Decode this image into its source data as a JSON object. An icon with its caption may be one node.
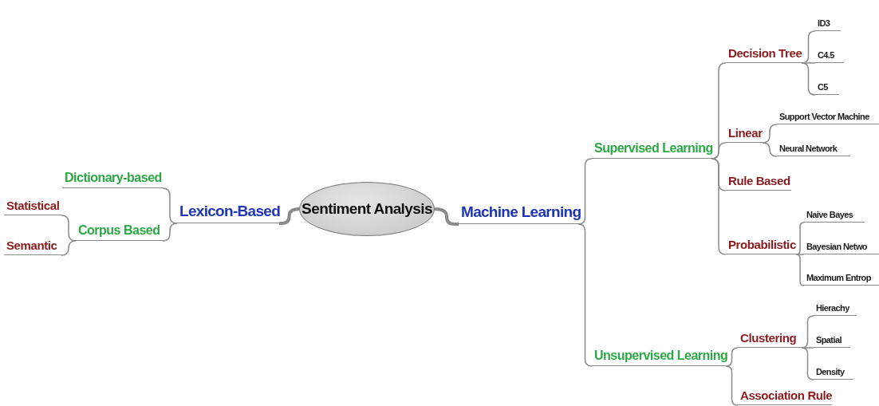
{
  "diagram": {
    "nodes": [
      {
        "text": [
          "Sentiment Analysis"
        ]
      },
      {
        "text": [
          "Lexicon-Based"
        ]
      },
      {
        "text": [
          "Dictionary-based"
        ]
      },
      {
        "text": [
          "Corpus Based"
        ]
      },
      {
        "text": [
          "Statistical"
        ]
      },
      {
        "text": [
          "Semantic"
        ]
      },
      {
        "text": [
          "Machine Learning"
        ]
      },
      {
        "text": [
          "Supervised Learning"
        ]
      },
      {
        "text": [
          "Decision Tree"
        ]
      },
      {
        "text": [
          "ID3"
        ]
      },
      {
        "text": [
          "C4.5"
        ]
      },
      {
        "text": [
          "C5"
        ]
      },
      {
        "text": [
          "Support Vector Machine"
        ]
      },
      {
        "text": [
          "Neural Network"
        ]
      },
      {
        "text": [
          "Linear"
        ]
      },
      {
        "text": [
          "Rule Based"
        ]
      },
      {
        "text": [
          "Probabilistic"
        ]
      },
      {
        "text": [
          "Naive Bayes"
        ]
      },
      {
        "text": [
          "Bayesian Netwo"
        ]
      },
      {
        "text": [
          "Maximum Entrop"
        ]
      },
      {
        "text": [
          "Unsupervised Learning"
        ]
      },
      {
        "text": [
          "Clustering"
        ]
      },
      {
        "text": [
          "Hierachy"
        ]
      },
      {
        "text": [
          "Spatial"
        ]
      },
      {
        "text": [
          "Density"
        ]
      },
      {
        "text": [
          "Association Rule"
        ]
      }
    ],
    "edges": [
      {
        "from": 0,
        "to": 1,
        "arrow": "none",
        "style": "thick"
      },
      {
        "from": 1,
        "to": 2,
        "arrow": "none"
      },
      {
        "from": 1,
        "to": 3,
        "arrow": "none"
      },
      {
        "from": 3,
        "to": 4,
        "arrow": "none"
      },
      {
        "from": 3,
        "to": 5,
        "arrow": "none"
      },
      {
        "from": 0,
        "to": 6,
        "arrow": "none",
        "style": "thick"
      },
      {
        "from": 6,
        "to": 7,
        "arrow": "none"
      },
      {
        "from": 7,
        "to": 8,
        "arrow": "none"
      },
      {
        "from": 8,
        "to": 9,
        "arrow": "none"
      },
      {
        "from": 8,
        "to": 10,
        "arrow": "none"
      },
      {
        "from": 8,
        "to": 11,
        "arrow": "none"
      },
      {
        "from": 7,
        "to": 14,
        "arrow": "none"
      },
      {
        "from": 14,
        "to": 12,
        "arrow": "none"
      },
      {
        "from": 14,
        "to": 13,
        "arrow": "none"
      },
      {
        "from": 7,
        "to": 15,
        "arrow": "none"
      },
      {
        "from": 7,
        "to": 16,
        "arrow": "none"
      },
      {
        "from": 16,
        "to": 17,
        "arrow": "none"
      },
      {
        "from": 16,
        "to": 18,
        "arrow": "none"
      },
      {
        "from": 16,
        "to": 19,
        "arrow": "none"
      },
      {
        "from": 6,
        "to": 20,
        "arrow": "none"
      },
      {
        "from": 20,
        "to": 21,
        "arrow": "none"
      },
      {
        "from": 21,
        "to": 22,
        "arrow": "none"
      },
      {
        "from": 21,
        "to": 23,
        "arrow": "none"
      },
      {
        "from": 21,
        "to": 24,
        "arrow": "none"
      },
      {
        "from": 20,
        "to": 25,
        "arrow": "none"
      }
    ]
  }
}
